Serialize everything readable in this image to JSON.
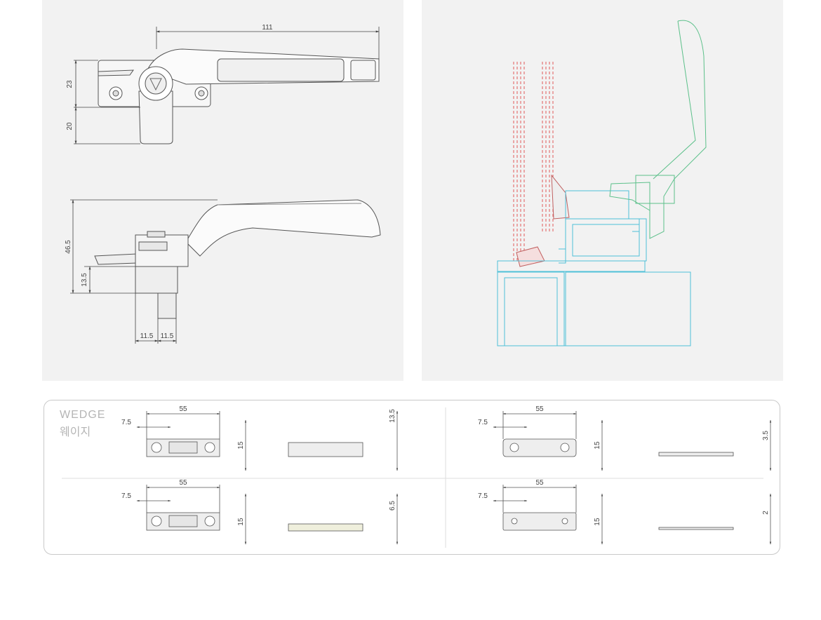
{
  "handle_top_view": {
    "width_dim": "111",
    "upper_height_dim": "23",
    "lower_height_dim": "20"
  },
  "handle_side_view": {
    "total_height_dim": "46.5",
    "base_height_dim": "13.5",
    "left_offset_dim": "11.5",
    "right_offset_dim": "11.5"
  },
  "wedge": {
    "title": "WEDGE",
    "subtitle": "웨이지",
    "items": [
      {
        "length": "55",
        "hole_offset": "7.5",
        "width": "15",
        "thickness": "13.5"
      },
      {
        "length": "55",
        "hole_offset": "7.5",
        "width": "15",
        "thickness": "6.5"
      },
      {
        "length": "55",
        "hole_offset": "7.5",
        "width": "15",
        "thickness": "3.5"
      },
      {
        "length": "55",
        "hole_offset": "7.5",
        "width": "15",
        "thickness": "2"
      }
    ]
  },
  "colors": {
    "panel_bg": "#f2f2f2",
    "glass_red": "#e05a5a",
    "frame_cyan": "#4fc0d8",
    "handle_green": "#5cc08a"
  }
}
